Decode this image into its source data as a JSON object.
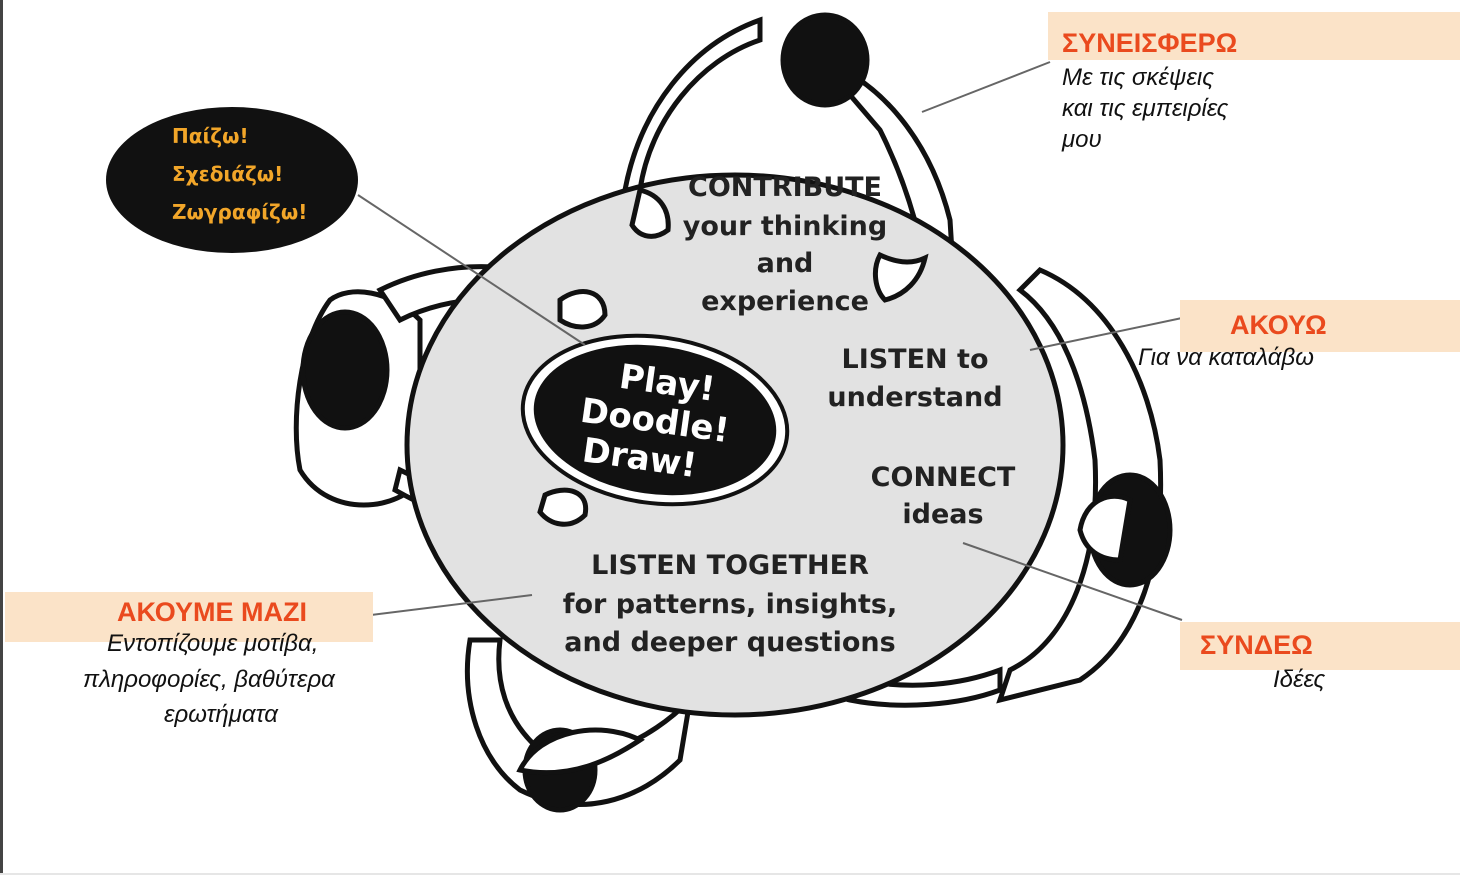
{
  "diagram": {
    "center_label": [
      "Play!",
      "Doodle!",
      "Draw!"
    ],
    "contribute_label": [
      "CONTRIBUTE",
      "your thinking",
      "and",
      "experience"
    ],
    "listen_label": [
      "LISTEN to",
      "understand"
    ],
    "connect_label": [
      "CONNECT",
      "ideas"
    ],
    "together_label": [
      "LISTEN TOGETHER",
      "for patterns, insights,",
      "and deeper questions"
    ]
  },
  "bubble": {
    "lines": [
      "Παίζω!",
      "Σχεδιάζω!",
      "Ζωγραφίζω!"
    ]
  },
  "annotations": {
    "contribute": {
      "title": "ΣΥΝΕΙΣΦΕΡΩ",
      "lines": [
        "Με τις σκέψεις",
        "και τις εμπειρίες",
        "μου"
      ]
    },
    "listen": {
      "title": "ΑΚΟΥΩ",
      "lines": [
        "Για να καταλάβω"
      ]
    },
    "connect": {
      "title": "ΣΥΝΔΕΩ",
      "lines": [
        "Ιδέες"
      ]
    },
    "together": {
      "title": "ΑΚΟΥΜΕ ΜΑΖΙ",
      "lines": [
        "Εντοπίζουμε μοτίβα,",
        "πληροφορίες, βαθύτερα",
        "ερωτήματα"
      ]
    }
  },
  "colors": {
    "accent": "#ea4a1e",
    "band": "#fbe3c8",
    "bubble_text": "#f2a629",
    "table": "#e2e2e2"
  }
}
